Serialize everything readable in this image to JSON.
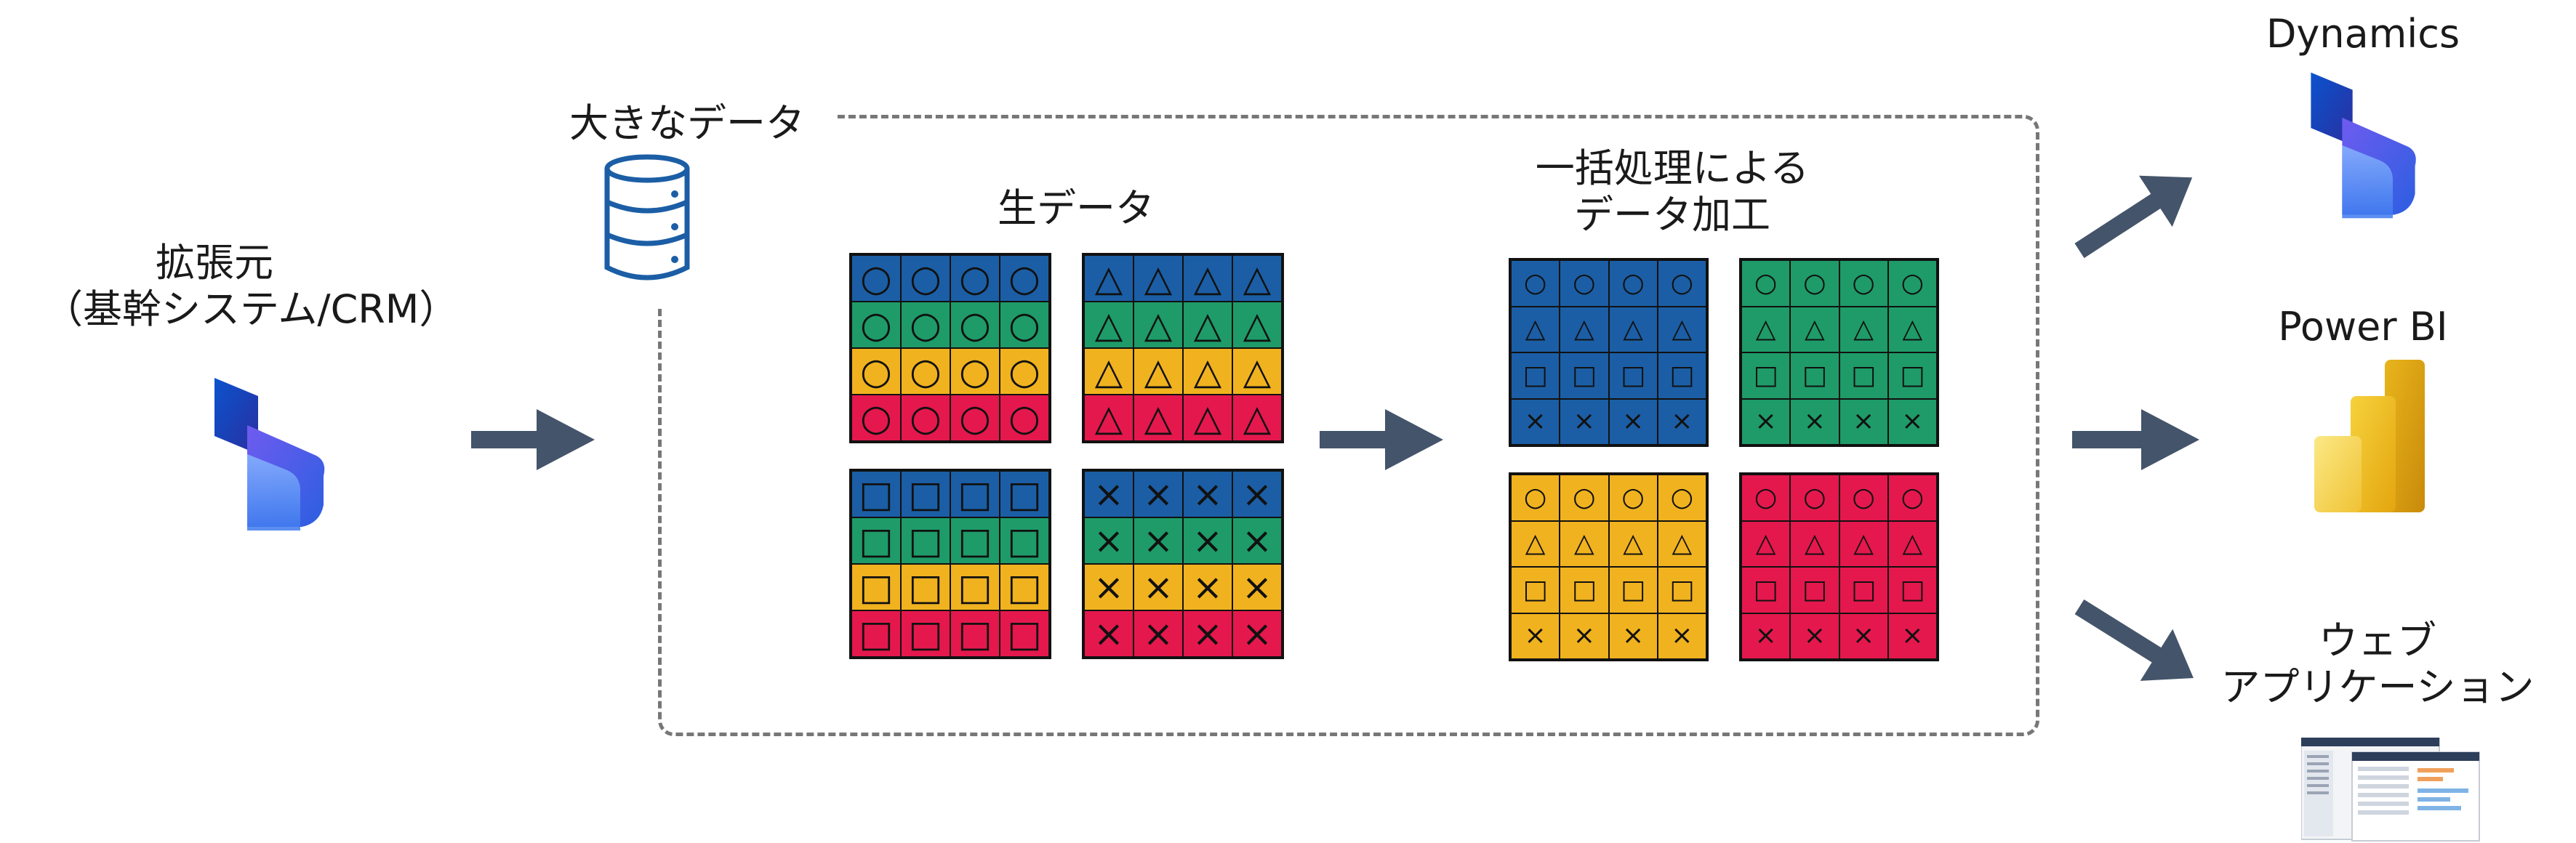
{
  "source": {
    "label_line1": "拡張元",
    "label_line2": "（基幹システム/CRM）",
    "logo": "dynamics-logo"
  },
  "container": {
    "label": "大きなデータ",
    "icon": "database-icon"
  },
  "raw_data": {
    "title": "生データ",
    "blocks": [
      {
        "symbol": "○",
        "rows": [
          "#1b5ea5",
          "#1e9b68",
          "#f0b21f",
          "#e4184d"
        ]
      },
      {
        "symbol": "△",
        "rows": [
          "#1b5ea5",
          "#1e9b68",
          "#f0b21f",
          "#e4184d"
        ]
      },
      {
        "symbol": "□",
        "rows": [
          "#1b5ea5",
          "#1e9b68",
          "#f0b21f",
          "#e4184d"
        ]
      },
      {
        "symbol": "×",
        "rows": [
          "#1b5ea5",
          "#1e9b68",
          "#f0b21f",
          "#e4184d"
        ]
      }
    ]
  },
  "processed": {
    "title_line1": "一括処理による",
    "title_line2": "データ加工",
    "blocks": [
      {
        "color": "#1b5ea5",
        "rows": [
          "○",
          "△",
          "□",
          "×"
        ]
      },
      {
        "color": "#1e9b68",
        "rows": [
          "○",
          "△",
          "□",
          "×"
        ]
      },
      {
        "color": "#f0b21f",
        "rows": [
          "○",
          "△",
          "□",
          "×"
        ]
      },
      {
        "color": "#e4184d",
        "rows": [
          "○",
          "△",
          "□",
          "×"
        ]
      }
    ]
  },
  "destinations": [
    {
      "label_lines": [
        "Dynamics"
      ],
      "icon": "dynamics-logo"
    },
    {
      "label_lines": [
        "Power BI"
      ],
      "icon": "power-bi-logo"
    },
    {
      "label_lines": [
        "ウェブ",
        "アプリケーション"
      ],
      "icon": "web-app-screenshot"
    }
  ],
  "colors": {
    "arrow": "#44546a",
    "dash": "#777777",
    "blue": "#1b5ea5",
    "green": "#1e9b68",
    "yellow": "#f0b21f",
    "red": "#e4184d"
  }
}
